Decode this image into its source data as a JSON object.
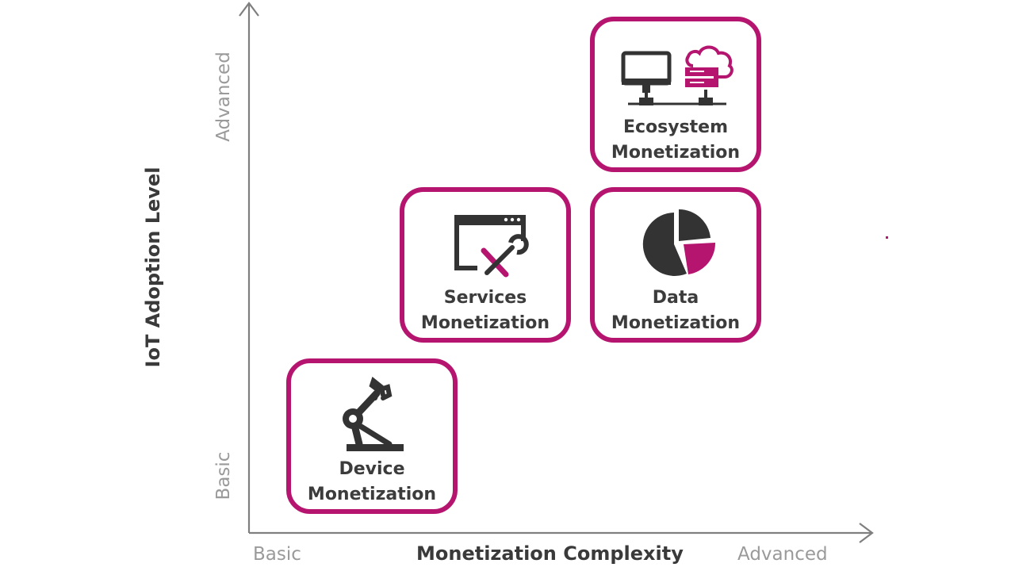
{
  "axes": {
    "x_title": "Monetization Complexity",
    "y_title": "IoT Adoption Level",
    "x_ticks": {
      "low": "Basic",
      "high": "Advanced"
    },
    "y_ticks": {
      "low": "Basic",
      "high": "Advanced"
    }
  },
  "boxes": [
    {
      "id": "device",
      "icon": "robot-arm-icon",
      "line1": "Device",
      "line2": "Monetization"
    },
    {
      "id": "services",
      "icon": "browser-tools-icon",
      "line1": "Services",
      "line2": "Monetization"
    },
    {
      "id": "data",
      "icon": "pie-chart-icon",
      "line1": "Data",
      "line2": "Monetization"
    },
    {
      "id": "ecosystem",
      "icon": "network-cloud-icon",
      "line1": "Ecosystem",
      "line2": "Monetization"
    }
  ],
  "colors": {
    "accent": "#b5146f",
    "icon_dark": "#333333",
    "axis": "#7f7f7f",
    "tick_text": "#9a9a9a"
  }
}
